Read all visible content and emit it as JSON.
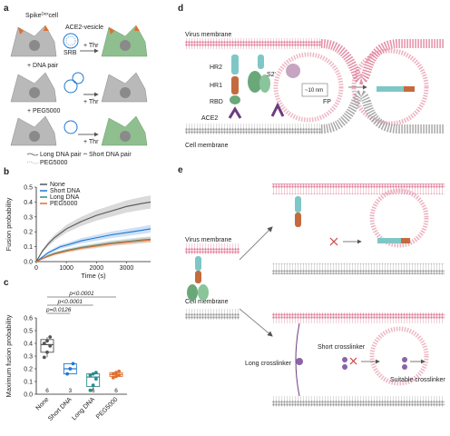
{
  "panels": {
    "a": {
      "label": "a",
      "cell_label": "Spike",
      "cell_label_sup": "Dex",
      "cell_label_suffix": "cell",
      "vesicle_label": "ACE2-vesicle",
      "dye_label": "SRB",
      "thr_label": "+ Thr",
      "row2_label": "+ DNA pair",
      "row3_label": "+ PEG5000",
      "legend": {
        "long_dna": "Long DNA pair",
        "short_dna": "Short DNA pair",
        "peg": "PEG5000"
      }
    },
    "b": {
      "label": "b"
    },
    "c": {
      "label": "c"
    },
    "d": {
      "label": "d",
      "virus_membrane": "Virus membrane",
      "cell_membrane": "Cell membrane",
      "hr2": "HR2",
      "hr1": "HR1",
      "rbd": "RBD",
      "ace2": "ACE2",
      "s2": "S2'",
      "fp": "FP",
      "distance": "~10 nm"
    },
    "e": {
      "label": "e",
      "virus_membrane": "Virus membrane",
      "cell_membrane": "Cell membrane",
      "long_crosslinker": "Long crosslinker",
      "short_crosslinker": "Short crosslinker",
      "suitable_crosslinker": "Suitable crosslinker"
    }
  },
  "chart_data": [
    {
      "type": "line",
      "xlabel": "Time (s)",
      "ylabel": "Fusion probability",
      "xlim": [
        0,
        3800
      ],
      "ylim": [
        0,
        0.5
      ],
      "xticks": [
        "0",
        "1000",
        "2000",
        "3000"
      ],
      "yticks": [
        "0.0",
        "0.1",
        "0.2",
        "0.3",
        "0.4",
        "0.5"
      ],
      "legend_position": "top-left",
      "x": [
        0,
        200,
        400,
        600,
        800,
        1000,
        1500,
        2000,
        2500,
        3000,
        3500,
        3800
      ],
      "series": [
        {
          "name": "None",
          "color": "#555555",
          "values": [
            0,
            0.07,
            0.12,
            0.16,
            0.19,
            0.22,
            0.27,
            0.31,
            0.34,
            0.37,
            0.39,
            0.4
          ]
        },
        {
          "name": "Short DNA",
          "color": "#1f77d0",
          "values": [
            0,
            0.03,
            0.06,
            0.08,
            0.1,
            0.11,
            0.14,
            0.16,
            0.18,
            0.195,
            0.21,
            0.22
          ]
        },
        {
          "name": "Long DNA",
          "color": "#2e8b8b",
          "values": [
            0,
            0.02,
            0.04,
            0.055,
            0.065,
            0.075,
            0.095,
            0.11,
            0.125,
            0.135,
            0.145,
            0.15
          ]
        },
        {
          "name": "PEG5000",
          "color": "#e07030",
          "values": [
            0,
            0.02,
            0.035,
            0.05,
            0.06,
            0.07,
            0.09,
            0.105,
            0.12,
            0.13,
            0.14,
            0.145
          ]
        }
      ]
    },
    {
      "type": "box",
      "ylabel": "Maximum fusion probability",
      "ylim": [
        0,
        0.6
      ],
      "yticks": [
        "0.0",
        "0.1",
        "0.2",
        "0.3",
        "0.4",
        "0.5",
        "0.6"
      ],
      "categories": [
        "None",
        "Short DNA",
        "Long DNA",
        "PEG5000"
      ],
      "colors": [
        "#555555",
        "#1f77d0",
        "#2e8b8b",
        "#e07030"
      ],
      "n": [
        "6",
        "3",
        "6",
        "6"
      ],
      "points": [
        [
          0.29,
          0.33,
          0.38,
          0.4,
          0.42,
          0.45
        ],
        [
          0.16,
          0.2,
          0.24
        ],
        [
          0.03,
          0.07,
          0.12,
          0.15,
          0.16,
          0.17
        ],
        [
          0.13,
          0.14,
          0.15,
          0.16,
          0.17,
          0.18
        ]
      ],
      "box": [
        {
          "min": 0.29,
          "q1": 0.33,
          "median": 0.39,
          "q3": 0.43,
          "max": 0.45
        },
        {
          "min": 0.16,
          "q1": 0.16,
          "median": 0.2,
          "q3": 0.24,
          "max": 0.24
        },
        {
          "min": 0.03,
          "q1": 0.06,
          "median": 0.135,
          "q3": 0.16,
          "max": 0.17
        },
        {
          "min": 0.13,
          "q1": 0.14,
          "median": 0.155,
          "q3": 0.17,
          "max": 0.18
        }
      ],
      "significance": [
        {
          "label": "p<0.0001",
          "from": 0,
          "to": 3
        },
        {
          "label": "p<0.0001",
          "from": 0,
          "to": 2
        },
        {
          "label": "p=0.0126",
          "from": 0,
          "to": 1
        }
      ]
    }
  ]
}
